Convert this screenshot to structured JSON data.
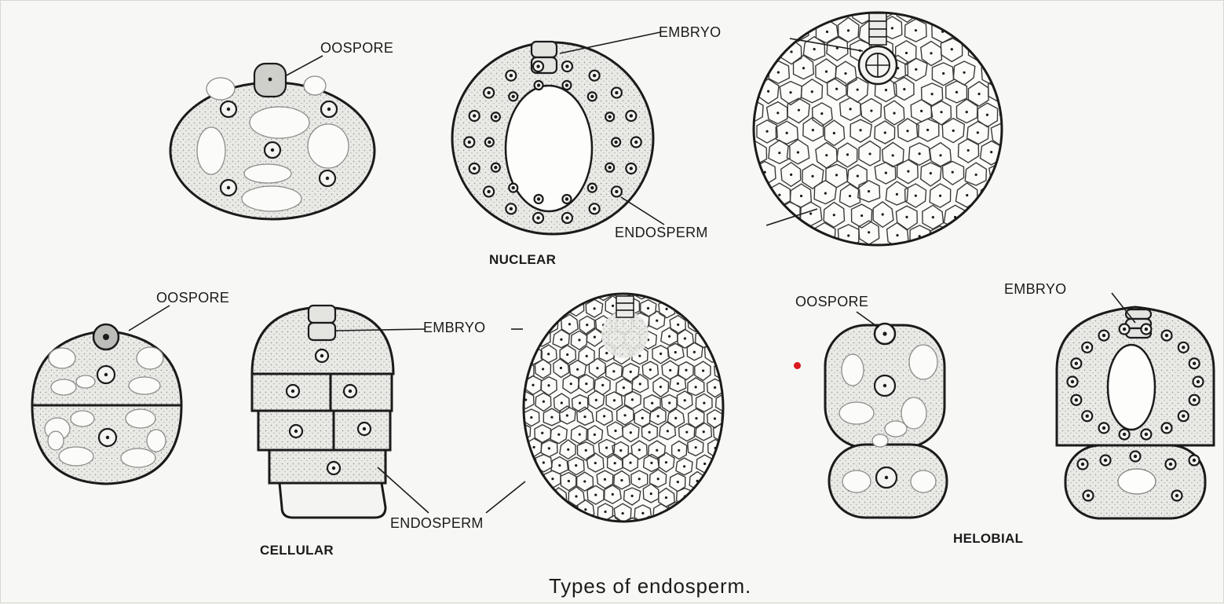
{
  "labels": {
    "oospore_nuclear": "OOSPORE",
    "embryo_nuclear": "EMBRYO",
    "endosperm_nuclear": "ENDOSPERM",
    "nuclear": "NUCLEAR",
    "oospore_cellular": "OOSPORE",
    "embryo_cellular": "EMBRYO",
    "endosperm_cellular": "ENDOSPERM",
    "cellular": "CELLULAR",
    "oospore_helobial": "OOSPORE",
    "embryo_helobial": "EMBRYO",
    "helobial": "HELOBIAL"
  },
  "caption": "Types of endosperm.",
  "colors": {
    "ink": "#1b1b1b",
    "cell_fill": "#e9e9e6",
    "marker": "#d9191f"
  }
}
